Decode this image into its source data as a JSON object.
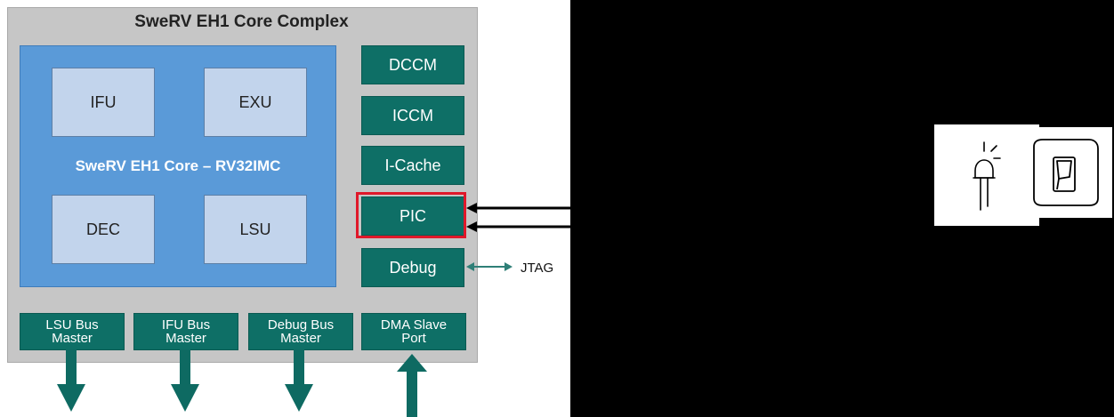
{
  "complex": {
    "title": "SweRV EH1 Core Complex"
  },
  "core": {
    "label": "SweRV EH1 Core – RV32IMC",
    "units": [
      "IFU",
      "EXU",
      "DEC",
      "LSU"
    ]
  },
  "side_blocks": [
    "DCCM",
    "ICCM",
    "I-Cache",
    "PIC",
    "Debug"
  ],
  "highlighted_block": "PIC",
  "jtag_label": "JTAG",
  "bus_blocks": [
    {
      "line1": "LSU Bus",
      "line2": "Master"
    },
    {
      "line1": "IFU Bus",
      "line2": "Master"
    },
    {
      "line1": "Debug Bus",
      "line2": "Master"
    },
    {
      "line1": "DMA Slave",
      "line2": "Port"
    }
  ],
  "colors": {
    "complex_bg": "#c6c6c6",
    "core_bg": "#5a9ad8",
    "unit_bg": "#c2d4ec",
    "teal": "#0e6f66",
    "highlight": "#e0182a",
    "arrow_teal": "#2f7f77"
  },
  "icons": [
    "led-icon",
    "switch-icon"
  ]
}
